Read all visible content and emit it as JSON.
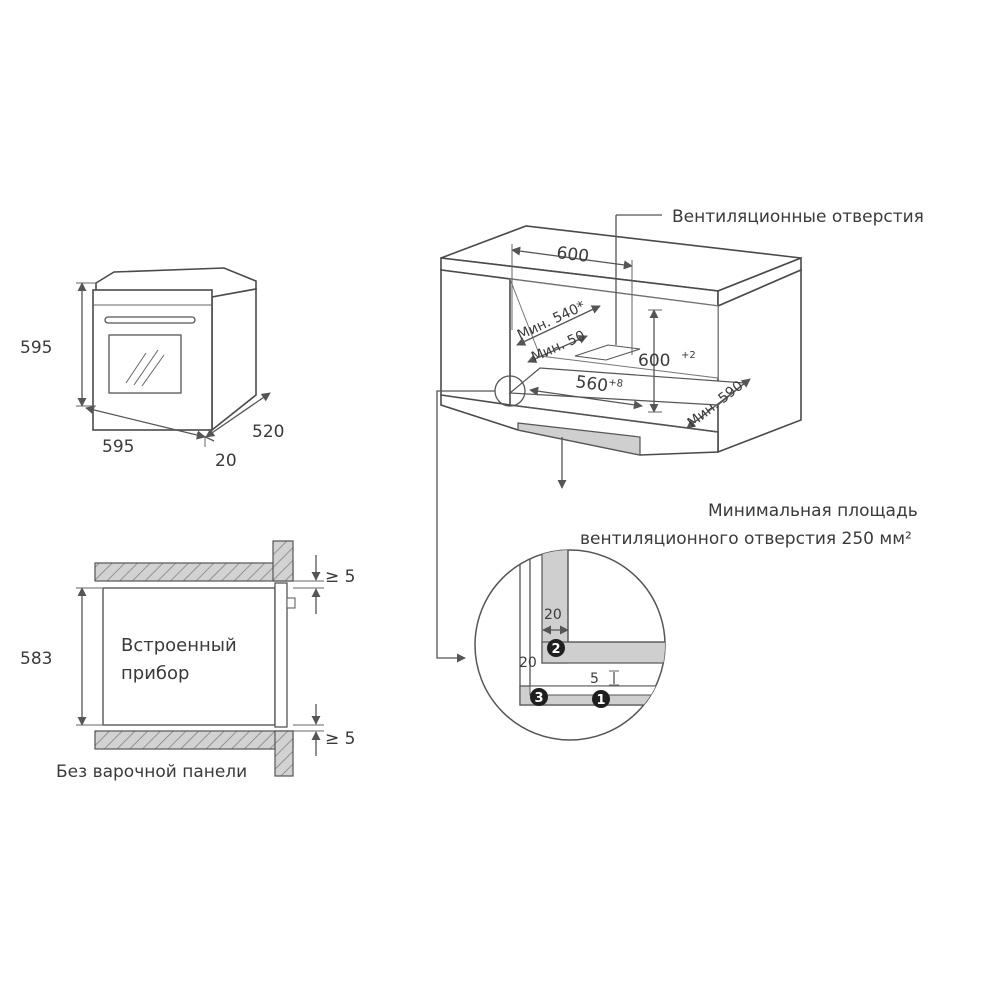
{
  "oven_view": {
    "height": "595",
    "width": "595",
    "depth": "520",
    "door": "20"
  },
  "cabinet": {
    "vent_label": "Вентиляционные отверстия",
    "width_600": "600",
    "min540": "Мин. 540*",
    "min50": "Мин. 50",
    "height_600": "600",
    "height_tol": "+2",
    "niche_560": "560",
    "niche_tol": "+8",
    "min590": "Мин. 590",
    "area_line1": "Минимальная площадь",
    "area_line2": "вентиляционного отверстия 250 мм²"
  },
  "section": {
    "height": "583",
    "appliance_line1": "Встроенный",
    "appliance_line2": "прибор",
    "gap_top": "≥ 5",
    "gap_bottom": "≥ 5",
    "caption": "Без варочной панели"
  },
  "detail": {
    "top20": "20",
    "left20": "20",
    "gap5": "5",
    "marker1": "1",
    "marker2": "2",
    "marker3": "3"
  }
}
